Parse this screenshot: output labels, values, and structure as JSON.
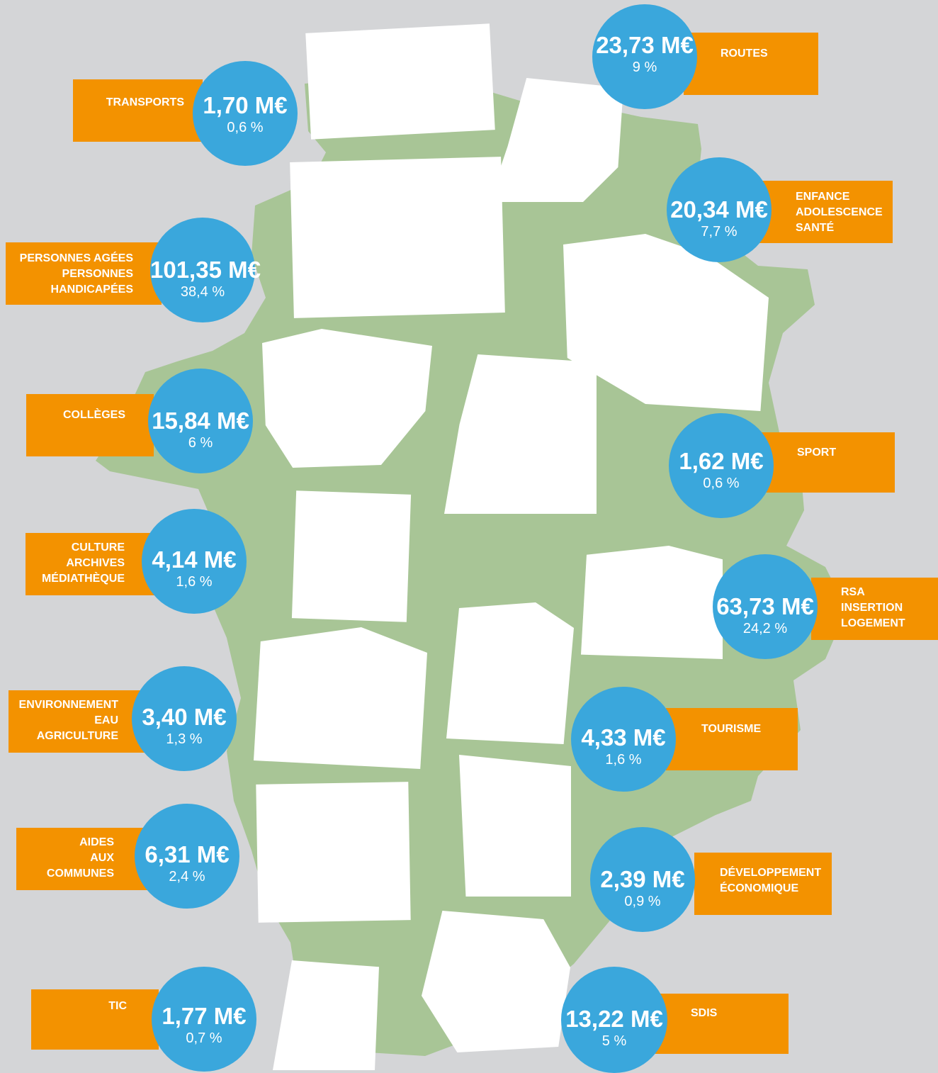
{
  "colors": {
    "background": "#d4d5d7",
    "map": "#a8c596",
    "label": "#f39200",
    "bubble": "#3aa7dc",
    "text": "#ffffff",
    "illustration": "#ffffff"
  },
  "icons": [
    "bus-illustration",
    "road-worker-illustration",
    "elderly-disabled-illustration",
    "family-illustration",
    "college-illustration",
    "basketball-illustration",
    "museum-illustration",
    "rsa-office-illustration",
    "cyclist-tourists-illustration",
    "wind-tractor-illustration",
    "town-hall-illustration",
    "economic-growth-illustration",
    "firefighter-illustration",
    "computer-user-illustration"
  ],
  "sectors": [
    {
      "id": "transports",
      "label_lines": [
        "TRANSPORTS"
      ],
      "amount": "1,70 M€",
      "percent": "0,6 %"
    },
    {
      "id": "routes",
      "label_lines": [
        "ROUTES"
      ],
      "amount": "23,73 M€",
      "percent": "9 %"
    },
    {
      "id": "enfance",
      "label_lines": [
        "ENFANCE",
        "ADOLESCENCE",
        "SANTÉ"
      ],
      "amount": "20,34 M€",
      "percent": "7,7 %"
    },
    {
      "id": "personnes",
      "label_lines": [
        "PERSONNES AGÉES",
        "PERSONNES",
        "HANDICAPÉES"
      ],
      "amount": "101,35 M€",
      "percent": "38,4 %"
    },
    {
      "id": "colleges",
      "label_lines": [
        "COLLÈGES"
      ],
      "amount": "15,84 M€",
      "percent": "6 %"
    },
    {
      "id": "sport",
      "label_lines": [
        "SPORT"
      ],
      "amount": "1,62 M€",
      "percent": "0,6 %"
    },
    {
      "id": "culture",
      "label_lines": [
        "CULTURE",
        "ARCHIVES",
        "MÉDIATHÈQUE"
      ],
      "amount": "4,14 M€",
      "percent": "1,6 %"
    },
    {
      "id": "rsa",
      "label_lines": [
        "RSA",
        "INSERTION",
        "LOGEMENT"
      ],
      "amount": "63,73 M€",
      "percent": "24,2 %"
    },
    {
      "id": "environnement",
      "label_lines": [
        "ENVIRONNEMENT",
        "EAU",
        "AGRICULTURE"
      ],
      "amount": "3,40 M€",
      "percent": "1,3 %"
    },
    {
      "id": "tourisme",
      "label_lines": [
        "TOURISME"
      ],
      "amount": "4,33 M€",
      "percent": "1,6 %"
    },
    {
      "id": "aides",
      "label_lines": [
        "AIDES",
        "AUX",
        "COMMUNES"
      ],
      "amount": "6,31 M€",
      "percent": "2,4 %"
    },
    {
      "id": "developpement",
      "label_lines": [
        "DÉVELOPPEMENT",
        "ÉCONOMIQUE"
      ],
      "amount": "2,39 M€",
      "percent": "0,9 %"
    },
    {
      "id": "tic",
      "label_lines": [
        "TIC"
      ],
      "amount": "1,77 M€",
      "percent": "0,7 %"
    },
    {
      "id": "sdis",
      "label_lines": [
        "SDIS"
      ],
      "amount": "13,22 M€",
      "percent": "5 %"
    }
  ]
}
